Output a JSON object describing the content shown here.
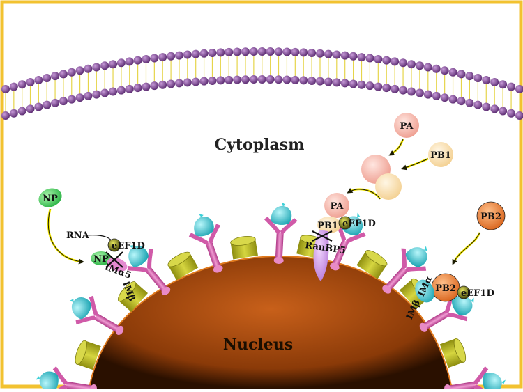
{
  "labels": {
    "cytoplasm": "Cytoplasm",
    "nucleus": "Nucleus",
    "np_free": "NP",
    "np_bound": "NP",
    "rna": "RNA",
    "eef1d_left": "eEF1D",
    "imalpha5": "IMα5",
    "imbeta_left": "IMβ",
    "pa_free": "PA",
    "pb1_free": "PB1",
    "pa_bound": "PA",
    "pb1_bound": "PB1",
    "eef1d_mid": "eEF1D",
    "ranbp5": "RanBP5",
    "pb2_free": "PB2",
    "pb2_bound": "PB2",
    "eef1d_right": "eEF1D",
    "imalpha_right": "IMα",
    "imbeta_right": "IMβ"
  },
  "colors": {
    "frame": "#f2c230",
    "membrane_head": "#7e4595",
    "membrane_tail": "#e6d54a",
    "nucleus_inner": "#b8560f",
    "nucleus_outer": "#3a1a00",
    "pore_barrel": "#b2b21e",
    "pore_protein": "#d05aa8",
    "pore_cap": "#3fd0d8",
    "np_green": "#3ed35a",
    "pa_pink": "#f4b3aa",
    "pb1_cream": "#f7dca8",
    "pb2_orange": "#ea7a28",
    "eef1d_olive": "#8a8a10",
    "arrow_yellow": "#f2e600"
  }
}
